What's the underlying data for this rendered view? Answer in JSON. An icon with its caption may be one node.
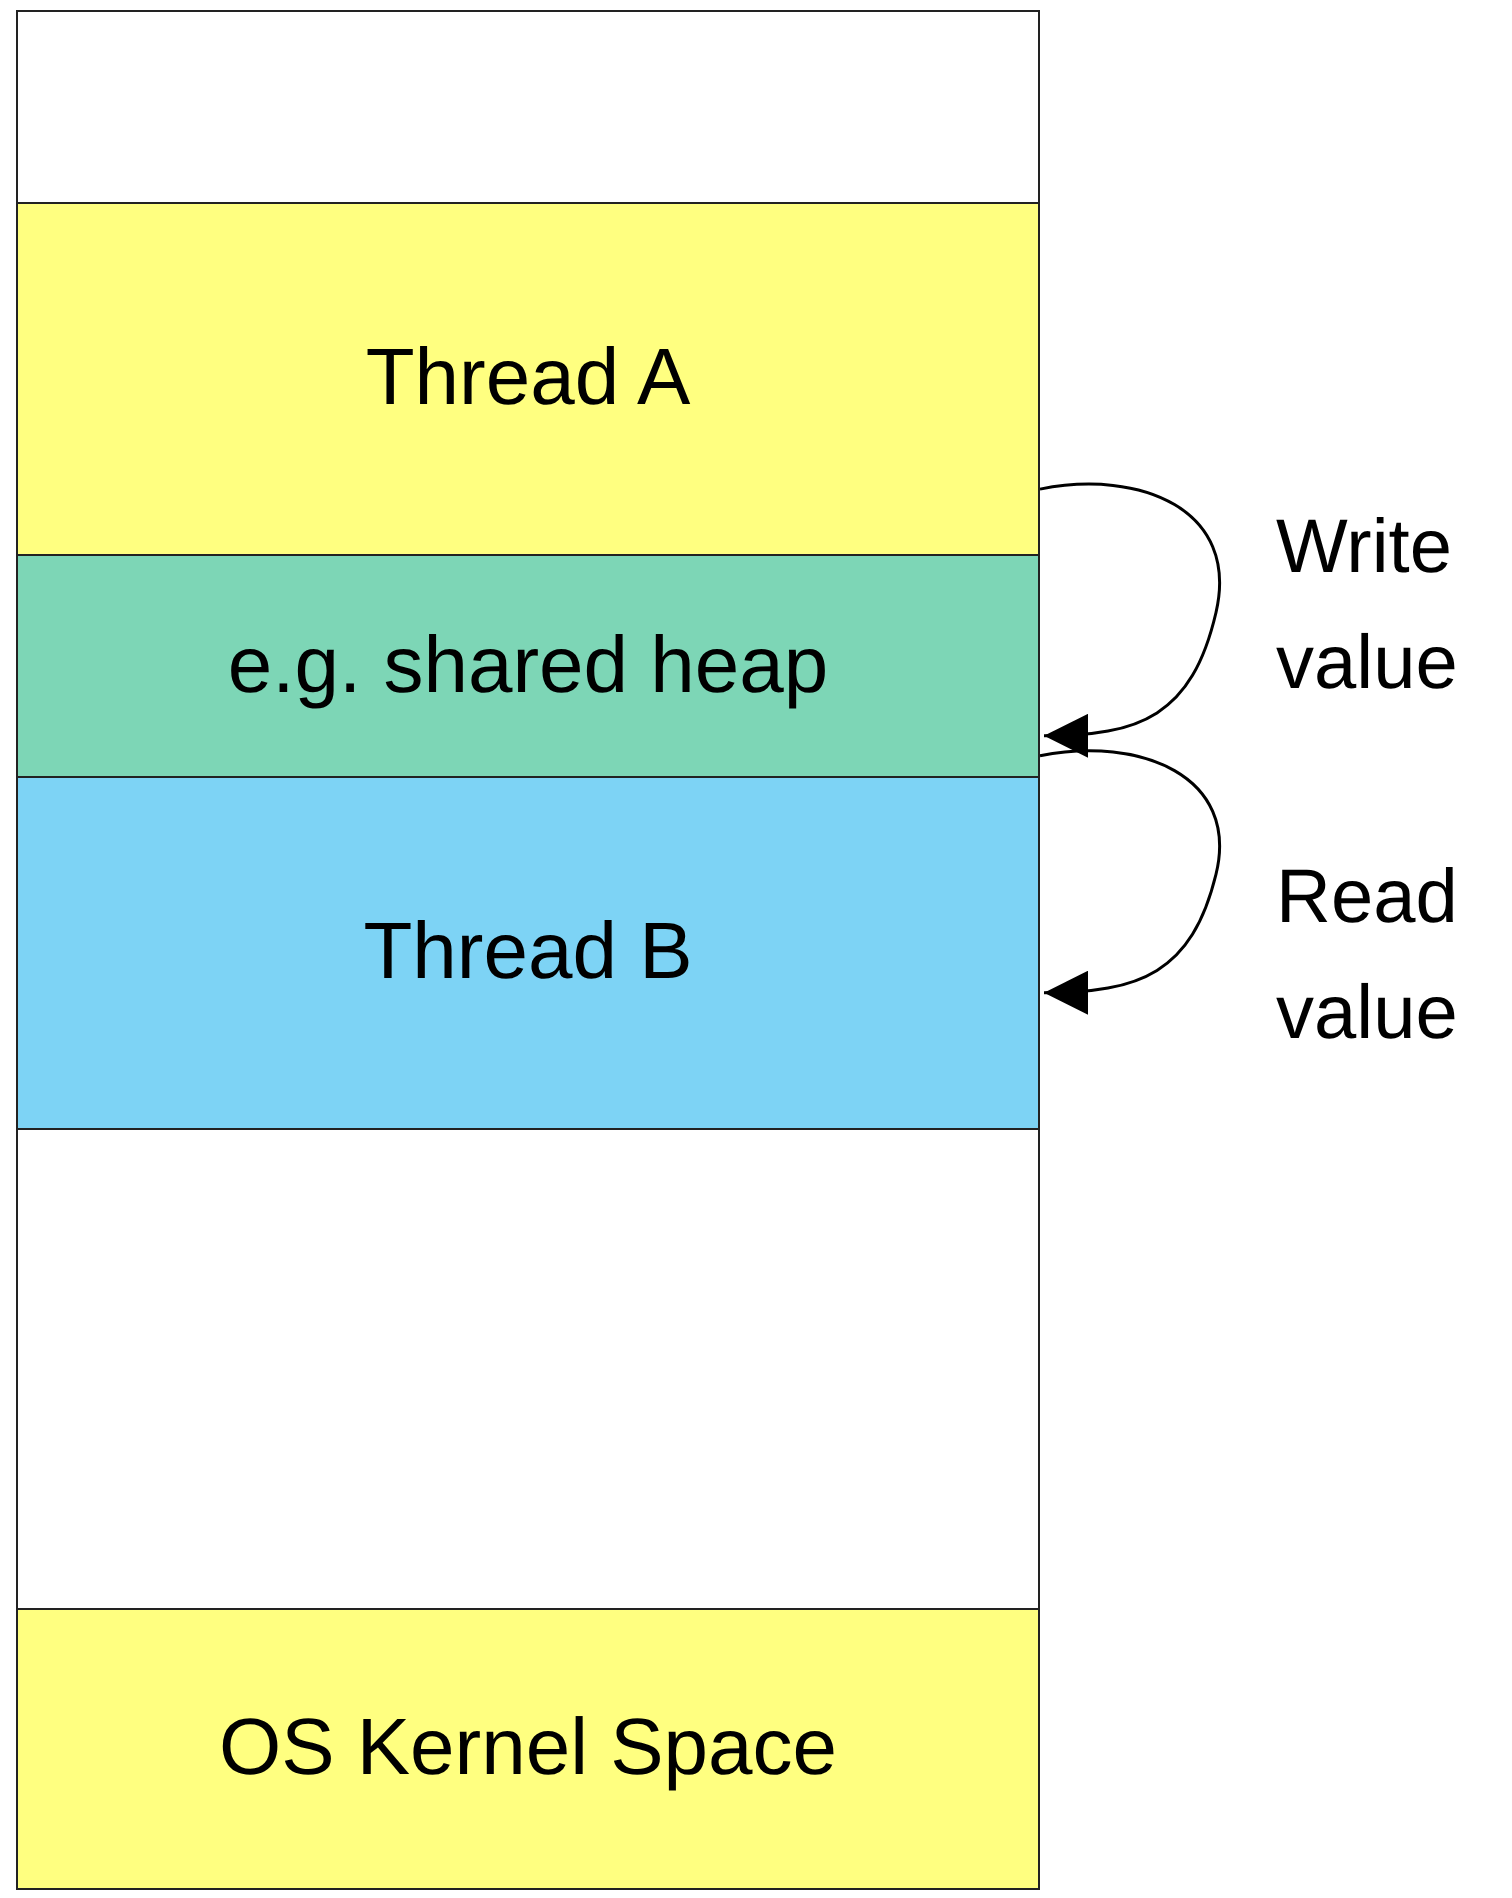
{
  "diagram": {
    "nodes": [
      {
        "text": [],
        "shape": "box"
      },
      {
        "text": [
          "Thread A"
        ]
      },
      {
        "text": [
          "e.g. shared heap"
        ]
      },
      {
        "text": [
          "Thread B"
        ]
      },
      {
        "text": [],
        "shape": "box"
      },
      {
        "text": [
          "OS Kernel Space"
        ]
      }
    ],
    "edges": [
      {
        "from": 1,
        "to": 2,
        "arrow": "to",
        "label": "Write value"
      },
      {
        "from": 2,
        "to": 3,
        "arrow": "to",
        "label": "Read value"
      }
    ]
  }
}
